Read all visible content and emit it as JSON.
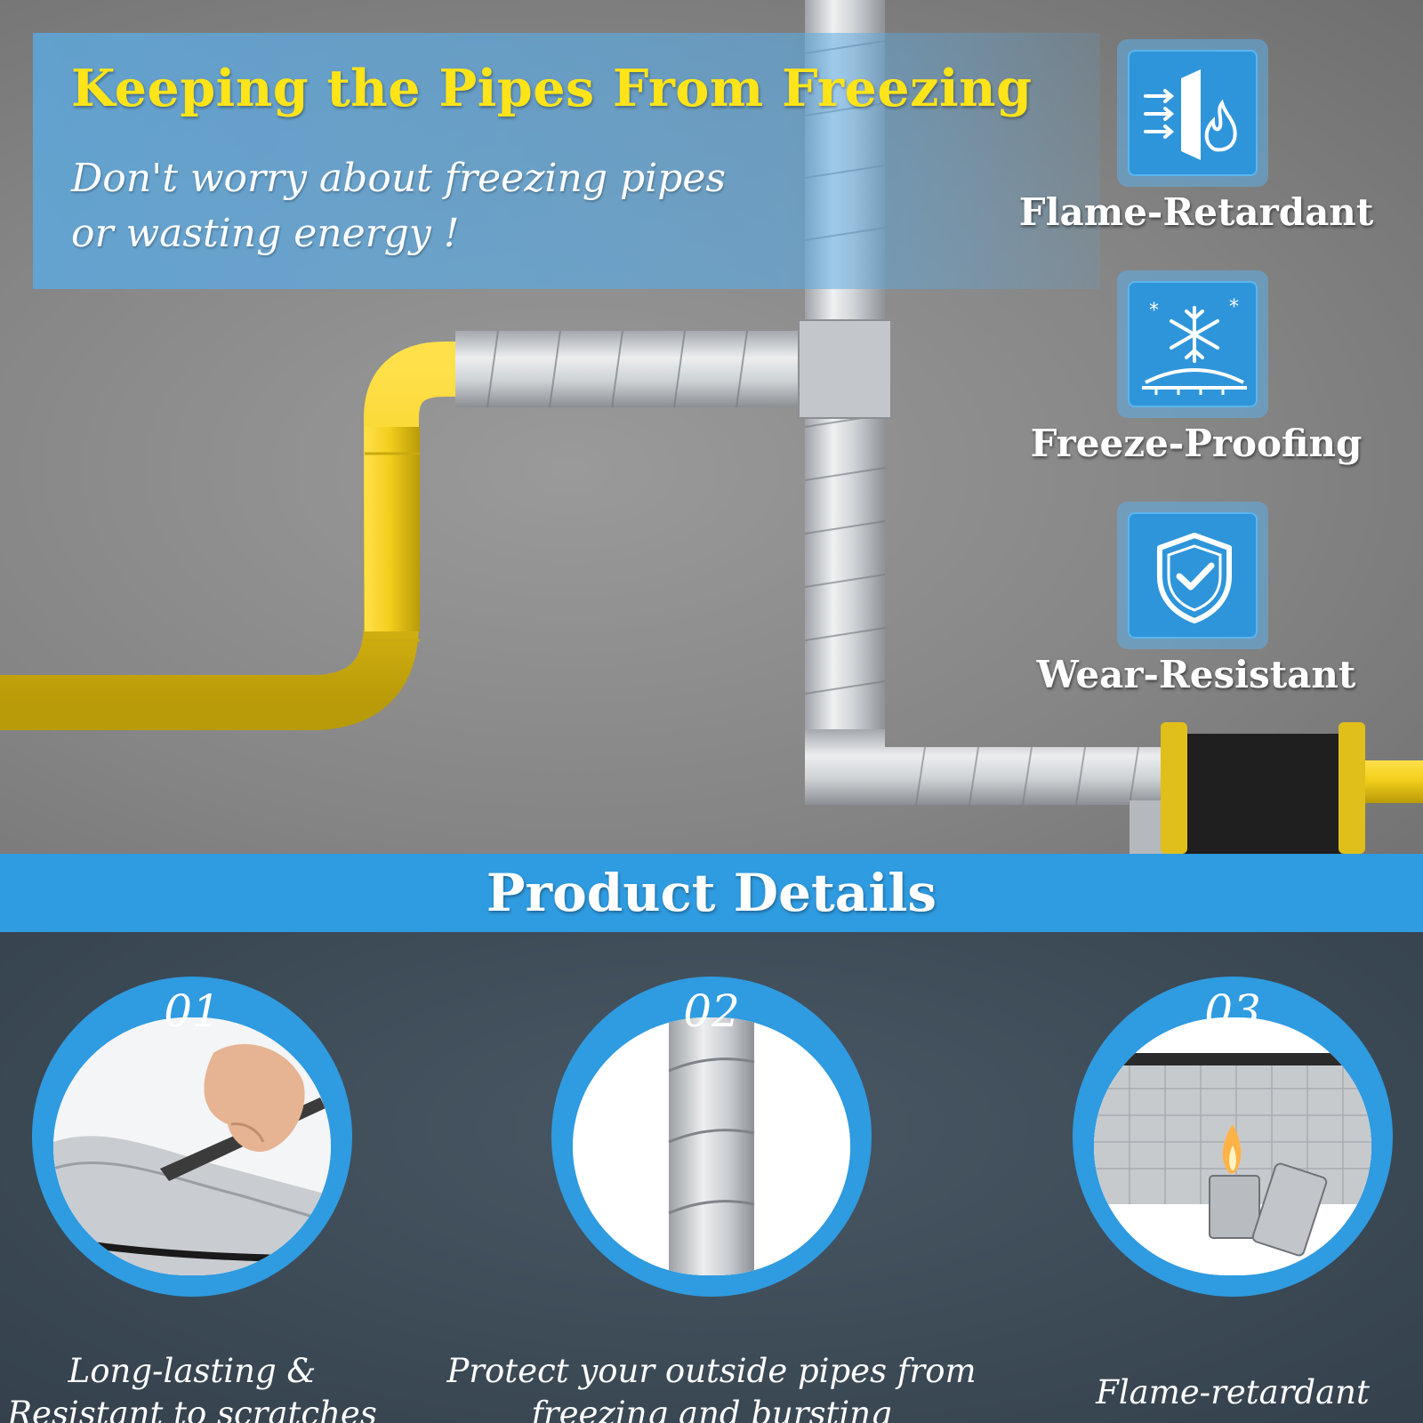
{
  "hero": {
    "title": "Keeping the Pipes From Freezing",
    "subtitle_line1": "Don't worry about freezing pipes",
    "subtitle_line2": "or wasting energy !"
  },
  "features": [
    {
      "label": "Flame-Retardant",
      "icon": "flame-retardant-icon"
    },
    {
      "label": "Freeze-Proofing",
      "icon": "snowflake-icon"
    },
    {
      "label": "Wear-Resistant",
      "icon": "shield-check-icon"
    }
  ],
  "section": {
    "title": "Product Details"
  },
  "details": [
    {
      "number": "01",
      "caption_line1": "Long-lasting &",
      "caption_line2": "Resistant to scratches",
      "image": "knife-scratching-foil-photo"
    },
    {
      "number": "02",
      "caption_line1": "Protect your outside pipes from",
      "caption_line2": "freezing and bursting",
      "image": "foil-wrapped-pipe-photo"
    },
    {
      "number": "03",
      "caption_line1": "Flame-retardant",
      "caption_line2": "",
      "image": "lighter-flame-on-foil-photo"
    }
  ],
  "colors": {
    "accent_blue": "#2f9be0",
    "title_yellow": "#ffe419",
    "pipe_yellow": "#f2cf1c",
    "dark_panel": "#3c4a56"
  }
}
